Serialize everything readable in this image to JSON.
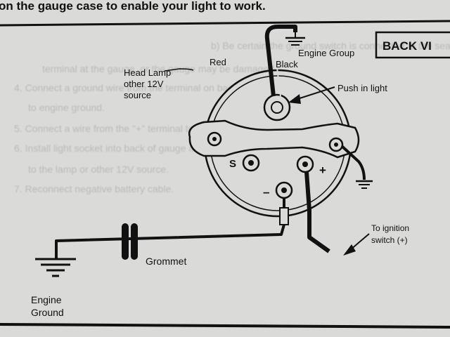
{
  "header_text": "on the gauge case to enable your light to work.",
  "section_box_label": "BACK VI",
  "labels": {
    "engine_group": "Engine Group",
    "red": "Red",
    "black": "Black",
    "head_lamp": [
      "Head Lamp",
      "other 12V",
      "source"
    ],
    "push_in_light": "Push in light",
    "s_terminal": "S",
    "plus_terminal": "+",
    "minus_terminal": "–",
    "to_ignition": [
      "To ignition",
      "switch (+)"
    ],
    "grommet": "Grommet",
    "engine_ground": [
      "Engine",
      "Ground"
    ]
  },
  "background_text_lines": [
    "b) Be certain the ground switch is connected to the sealed",
    "terminal at the gauge, or the gauge may be damaged.",
    "4. Connect a ground wire from the terminal on back of gauge",
    "to engine ground.",
    "5. Connect a wire from the \"+\" terminal to ignition (+) terminal on",
    "6. Install light socket into back of gauge and connect wire",
    "to the lamp or other 12V source.",
    "7. Reconnect negative battery cable."
  ],
  "colors": {
    "paper": "#dadbd8",
    "ink": "#111111",
    "faint_text": "#b9bab7"
  }
}
